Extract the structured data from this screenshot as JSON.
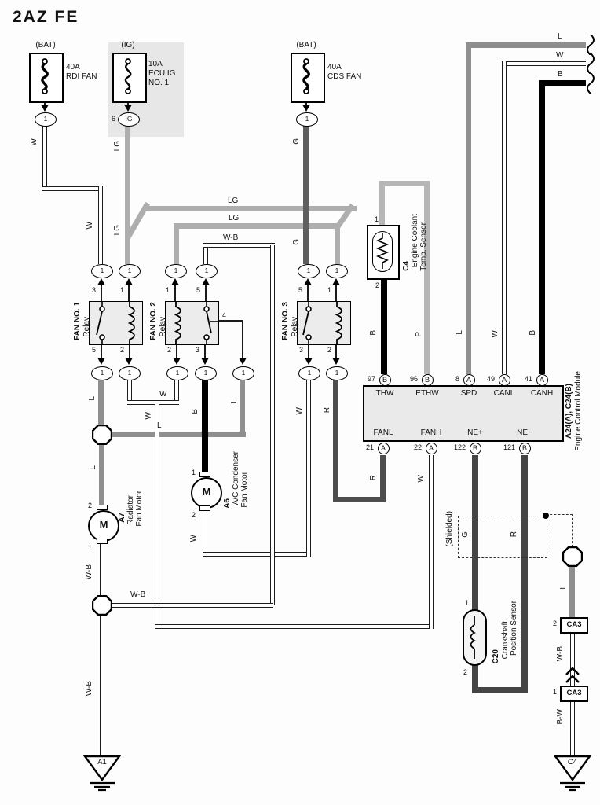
{
  "title": "2AZ  FE",
  "labels": {
    "conn1": "1",
    "conn_ig": "IG",
    "conn_ig_num": "6",
    "shielded": "(Shielded)"
  },
  "fuses": [
    {
      "tag": "(BAT)",
      "line1": "40A",
      "line2": "RDI FAN",
      "line3": ""
    },
    {
      "tag": "(IG)",
      "line1": "10A",
      "line2": "ECU IG",
      "line3": "NO. 1"
    },
    {
      "tag": "(BAT)",
      "line1": "40A",
      "line2": "CDS FAN",
      "line3": ""
    }
  ],
  "relays": [
    {
      "name": "FAN NO. 1",
      "sub": "Relay",
      "p_tl": "3",
      "p_tr": "1",
      "p_bl": "5",
      "p_br": "2"
    },
    {
      "name": "FAN NO. 2",
      "sub": "Relay",
      "p_tl": "1",
      "p_tr": "5",
      "p_bl": "2",
      "p_br": "3",
      "p_side": "4"
    },
    {
      "name": "FAN NO. 3",
      "sub": "Relay",
      "p_tl": "5",
      "p_tr": "1",
      "p_bl": "3",
      "p_br": "2"
    }
  ],
  "ecm": {
    "name_bold": "A24(A), C24(B)",
    "name": "Engine Control Module",
    "top": [
      {
        "num": "97",
        "c": "B",
        "label": "THW"
      },
      {
        "num": "96",
        "c": "B",
        "label": "ETHW"
      },
      {
        "num": "8",
        "c": "A",
        "label": "SPD"
      },
      {
        "num": "49",
        "c": "A",
        "label": "CANL"
      },
      {
        "num": "41",
        "c": "A",
        "label": "CANH"
      }
    ],
    "bottom": [
      {
        "num": "21",
        "c": "A",
        "label": "FANL"
      },
      {
        "num": "22",
        "c": "A",
        "label": "FANH"
      },
      {
        "num": "122",
        "c": "B",
        "label": "NE+"
      },
      {
        "num": "121",
        "c": "B",
        "label": "NE−"
      }
    ]
  },
  "components": {
    "c4": {
      "id": "C4",
      "line1": "Engine Coolant",
      "line2": "Temp. Sensor",
      "pin_top": "1",
      "pin_bottom": "2"
    },
    "a7": {
      "id": "A7",
      "line1": "Radiator",
      "line2": "Fan Motor",
      "pin_top": "2",
      "pin_bottom": "1",
      "m": "M"
    },
    "a6": {
      "id": "A6",
      "line1": "A/C Condenser",
      "line2": "Fan Motor",
      "pin_top": "1",
      "pin_bottom": "2",
      "m": "M"
    },
    "c20": {
      "id": "C20",
      "line1": "Crankshaft",
      "line2": "Position Sensor",
      "pin_top": "1",
      "pin_bottom": "2"
    }
  },
  "grounds": [
    {
      "id": "A1"
    },
    {
      "id": "C4"
    }
  ],
  "ca3": {
    "label": "CA3",
    "top_num": "2",
    "bottom_num": "1"
  },
  "wire_labels": {
    "w_fuse1": "W",
    "w_relay1": "W",
    "lg1": "LG",
    "lg2": "LG",
    "g1": "G",
    "g2": "G",
    "lg_h1": "LG",
    "lg_h2": "LG",
    "wb_loop": "W-B",
    "l_top": "L",
    "w_top": "W",
    "b_top": "B",
    "l_r1": "L",
    "w_merge": "W",
    "w_long": "W",
    "b_a6": "B",
    "l_p4": "L",
    "w_r3": "W",
    "r_r3": "R",
    "l_h": "L",
    "l_m": "L",
    "b_c4": "B",
    "p_c4": "P",
    "l_spd": "L",
    "w_canl": "W",
    "b_canh": "B",
    "r_fanl": "R",
    "w_fanh": "W",
    "w_a6": "W",
    "wb_m": "W-B",
    "wb_h": "W-B",
    "wb_g": "W-B",
    "g_sh": "G",
    "r_sh": "R",
    "l_ca3": "L",
    "wb_ca3": "W-B",
    "bw_ca3": "B-W"
  }
}
